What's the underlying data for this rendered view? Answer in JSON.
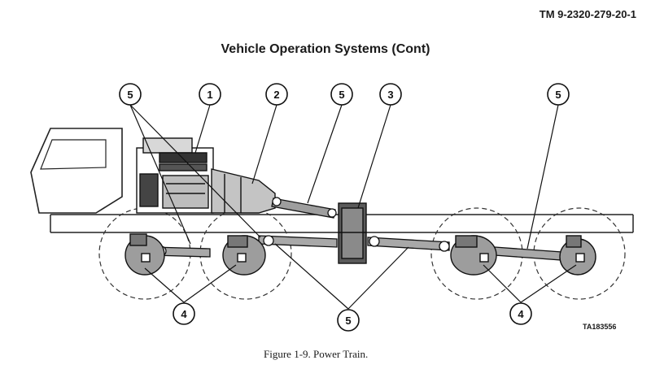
{
  "header": {
    "doc_ref": "TM 9-2320-279-20-1"
  },
  "title": "Vehicle Operation Systems (Cont)",
  "callouts": {
    "c1": "1",
    "c2": "2",
    "c3": "3",
    "c4a": "4",
    "c4b": "4",
    "c5a": "5",
    "c5b": "5",
    "c5c": "5",
    "c5d": "5"
  },
  "art_id": "TA183556",
  "caption": "Figure 1-9. Power Train."
}
